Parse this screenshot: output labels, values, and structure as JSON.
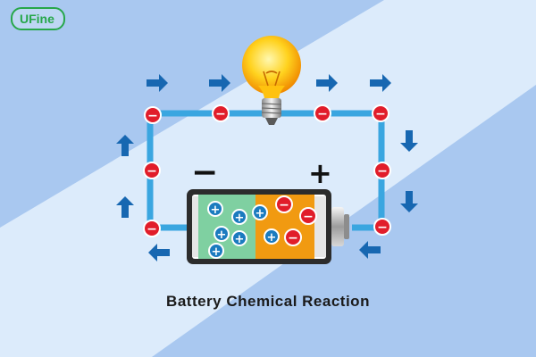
{
  "logo": {
    "text": "UFine",
    "color": "#27a74a"
  },
  "caption": "Battery Chemical Reaction",
  "battery": {
    "negative_terminal_symbol": "−",
    "positive_terminal_symbol": "+",
    "anode_color": "#7fd0a1",
    "cathode_color": "#f19a11"
  },
  "colors": {
    "background_light": "#dcebfb",
    "background_dark": "#a9c8f0",
    "wire": "#3aa6e0",
    "arrow": "#1767b1",
    "electron": "#e11d2a",
    "ion": "#1b7bbf"
  },
  "icons": {
    "electron": "minus-circle",
    "ion": "plus-circle",
    "current": "arrow",
    "bulb": "light-bulb"
  },
  "electron_symbol": "−",
  "ion_symbol": "+"
}
